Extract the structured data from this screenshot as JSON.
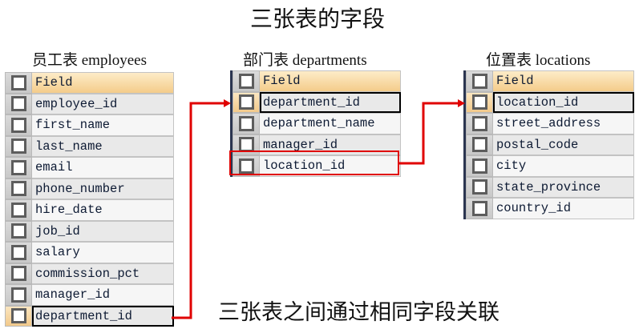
{
  "title": "三张表的字段",
  "footer": "三张表之间通过相同字段关联",
  "colors": {
    "relation_line": "#e00000",
    "header_row": "#f4cc8a",
    "highlight_border": "#000000"
  },
  "tables": [
    {
      "caption": "员工表 employees",
      "header": "Field",
      "fields": [
        "employee_id",
        "first_name",
        "last_name",
        "email",
        "phone_number",
        "hire_date",
        "job_id",
        "salary",
        "commission_pct",
        "manager_id",
        "department_id"
      ],
      "boxed_field": "department_id"
    },
    {
      "caption": "部门表 departments",
      "header": "Field",
      "fields": [
        "department_id",
        "department_name",
        "manager_id",
        "location_id"
      ],
      "boxed_field": "department_id",
      "red_boxed_field": "location_id"
    },
    {
      "caption": "位置表 locations",
      "header": "Field",
      "fields": [
        "location_id",
        "street_address",
        "postal_code",
        "city",
        "state_province",
        "country_id"
      ],
      "boxed_field": "location_id"
    }
  ],
  "relations": [
    {
      "from": "employees.department_id",
      "to": "departments.department_id"
    },
    {
      "from": "departments.location_id",
      "to": "locations.location_id"
    }
  ]
}
